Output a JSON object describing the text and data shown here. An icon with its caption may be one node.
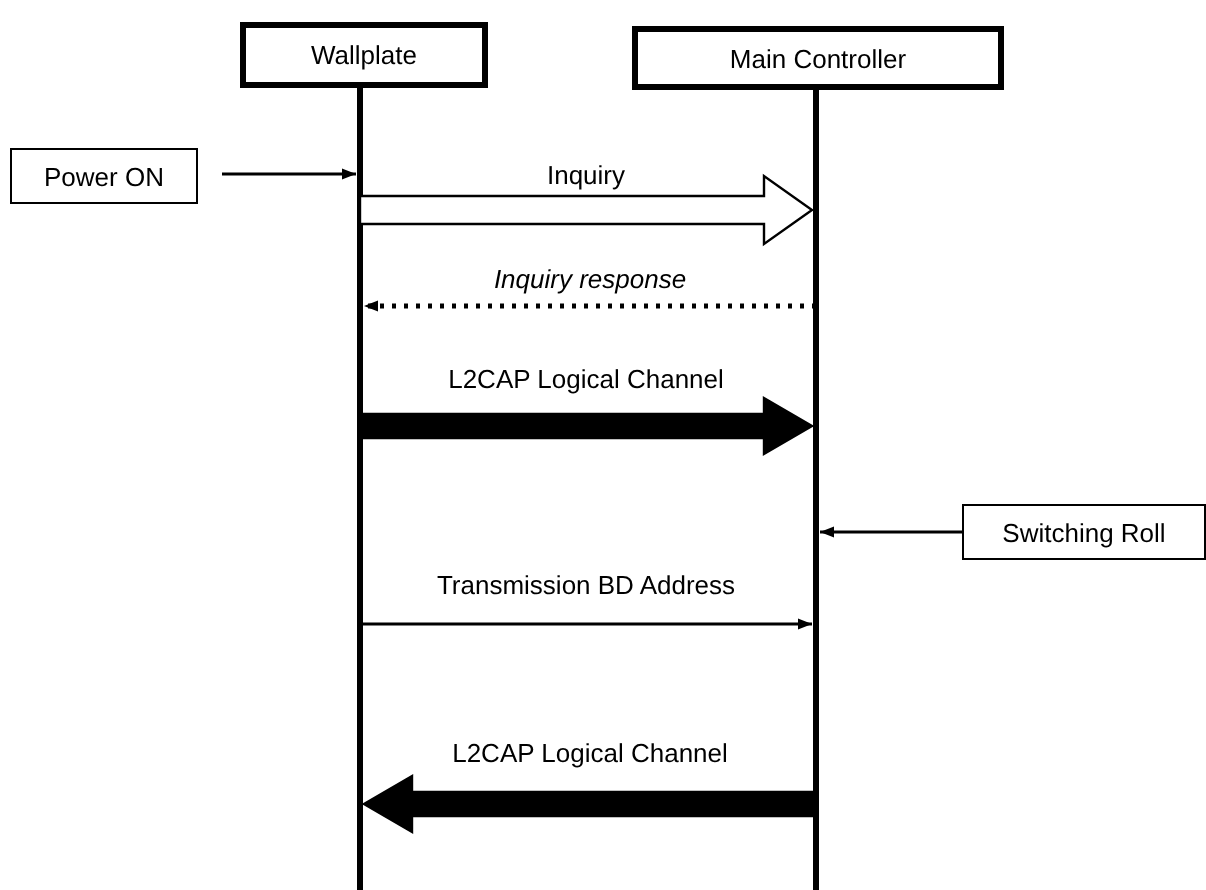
{
  "diagram": {
    "nodes": [
      {
        "text": [
          "Wallplate"
        ]
      },
      {
        "text": [
          "Main Controller"
        ]
      },
      {
        "text": [
          "Power ON"
        ]
      },
      {
        "text": [
          "Switching Roll"
        ]
      }
    ],
    "edges": [
      {
        "from": 2,
        "to": 0,
        "arrow": "to"
      },
      {
        "from": 0,
        "to": 1,
        "arrow": "to",
        "label": "Inquiry"
      },
      {
        "from": 1,
        "to": 0,
        "arrow": "to",
        "label": "Inquiry response",
        "style": "dashed"
      },
      {
        "from": 0,
        "to": 1,
        "arrow": "to",
        "label": "L2CAP Logical Channel",
        "style": "thick"
      },
      {
        "from": 3,
        "to": 1,
        "arrow": "to"
      },
      {
        "from": 0,
        "to": 1,
        "arrow": "to",
        "label": "Transmission BD Address"
      },
      {
        "from": 1,
        "to": 0,
        "arrow": "to",
        "label": "L2CAP Logical Channel",
        "style": "thick"
      }
    ]
  }
}
